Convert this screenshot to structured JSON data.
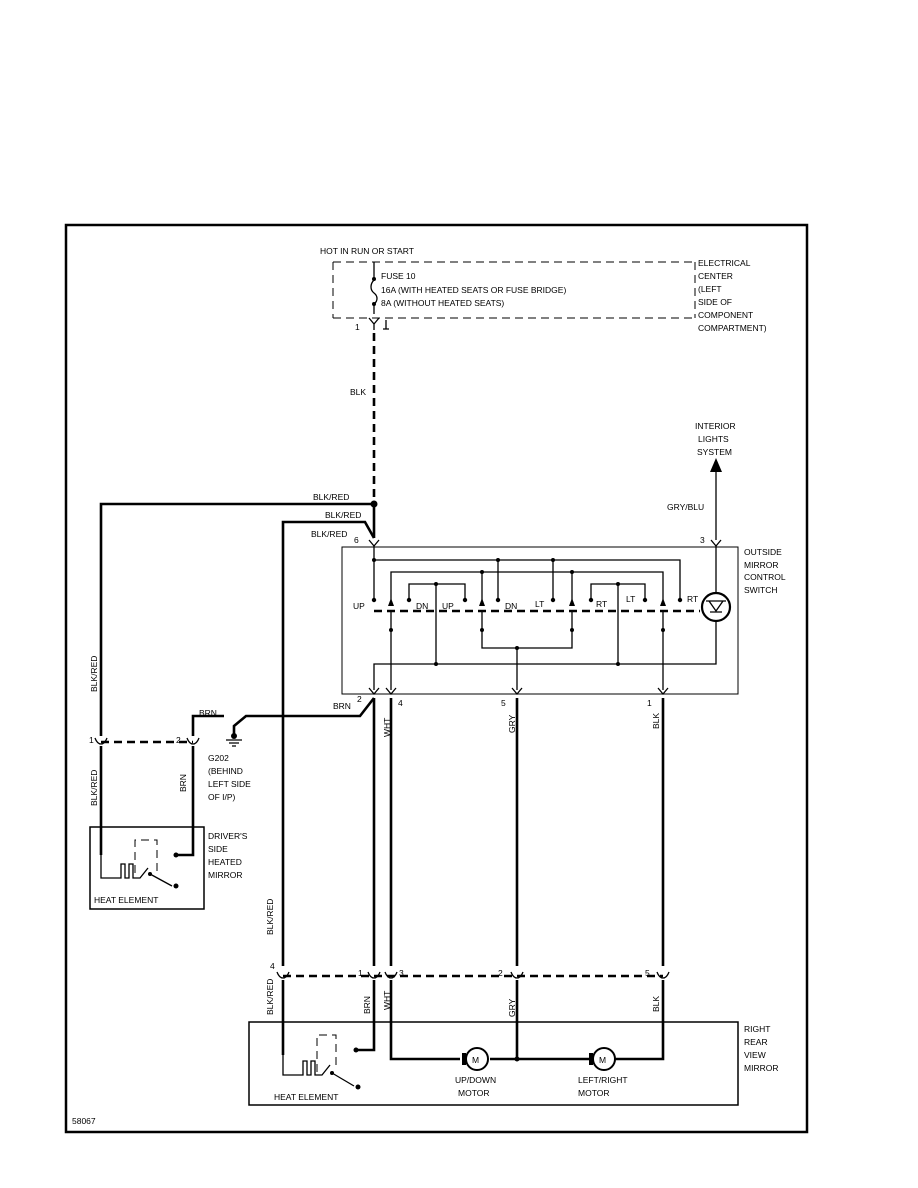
{
  "diagram_id": "58067",
  "power": {
    "header": "HOT IN RUN OR START",
    "fuse_line1": "FUSE 10",
    "fuse_line2": "16A (WITH HEATED SEATS OR FUSE BRIDGE)",
    "fuse_line3": "8A (WITHOUT HEATED SEATS)",
    "pin": "1"
  },
  "electrical_center": [
    "ELECTRICAL",
    "CENTER",
    "(LEFT",
    "SIDE OF",
    "COMPONENT",
    "COMPARTMENT)"
  ],
  "interior_lights": [
    "INTERIOR",
    "LIGHTS",
    "SYSTEM"
  ],
  "switch": {
    "name": [
      "OUTSIDE",
      "MIRROR",
      "CONTROL",
      "SWITCH"
    ],
    "contacts": {
      "up_left": "UP",
      "dn1": "DN",
      "up2": "UP",
      "dn2": "DN",
      "lt1": "LT",
      "rt1": "RT",
      "lt2": "LT",
      "rt2": "RT"
    },
    "pins": {
      "top_left": "6",
      "top_right": "3",
      "b_brn": "2",
      "b_wht": "4",
      "b_gry": "5",
      "b_blk": "1"
    }
  },
  "wires": {
    "blk": "BLK",
    "blk_red": "BLK/RED",
    "gry_blu": "GRY/BLU",
    "brn": "BRN",
    "wht": "WHT",
    "gry": "GRY"
  },
  "ground": {
    "name": "G202",
    "location": [
      "(BEHIND",
      "LEFT SIDE",
      "OF I/P)"
    ]
  },
  "connector_left": {
    "pin1": "1",
    "pin2": "2"
  },
  "driver_mirror": {
    "name": [
      "DRIVER'S",
      "SIDE",
      "HEATED",
      "MIRROR"
    ],
    "element": "HEAT ELEMENT"
  },
  "lower_connector": {
    "pin4": "4",
    "pin1": "1",
    "pin3": "3",
    "pin2": "2",
    "pin5": "5"
  },
  "rear_mirror": {
    "name": [
      "RIGHT",
      "REAR",
      "VIEW",
      "MIRROR"
    ],
    "element": "HEAT ELEMENT",
    "motor_updown": [
      "UP/DOWN",
      "MOTOR"
    ],
    "motor_leftright": [
      "LEFT/RIGHT",
      "MOTOR"
    ],
    "motor_symbol": "M"
  }
}
